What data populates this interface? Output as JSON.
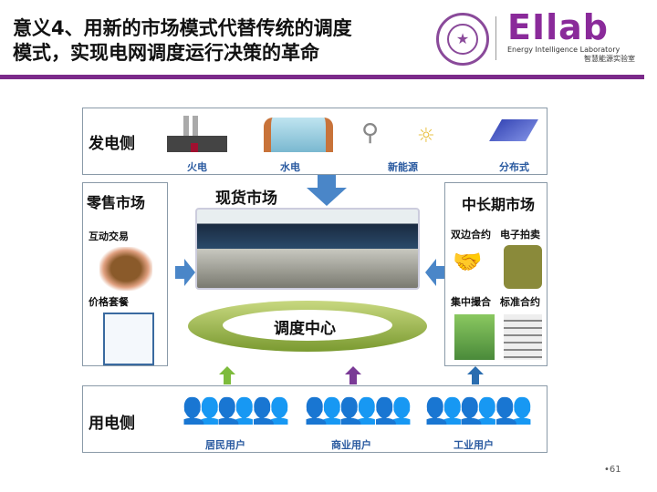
{
  "header": {
    "title_line1": "意义4、用新的市场模式代替传统的调度",
    "title_line2": "模式，实现电网调度运行决策的革命",
    "logo": {
      "name": "EIlab",
      "subtitle": "Energy Intelligence Laboratory",
      "cn": "智慧能源实验室"
    },
    "accent": "#7b2a8a"
  },
  "generation": {
    "label": "发电侧",
    "items": [
      "火电",
      "水电",
      "新能源",
      "分布式"
    ]
  },
  "retail": {
    "label": "零售市场",
    "items": [
      "互动交易",
      "价格套餐"
    ]
  },
  "spot": {
    "label": "现货市场"
  },
  "dispatch": {
    "label": "调度中心"
  },
  "longterm": {
    "label": "中长期市场",
    "items": [
      "双边合约",
      "电子拍卖",
      "集中撮合",
      "标准合约"
    ]
  },
  "consumption": {
    "label": "用电侧",
    "items": [
      "居民用户",
      "商业用户",
      "工业用户"
    ],
    "colors": [
      "#7dbb3c",
      "#7a3a96",
      "#2a6db0"
    ]
  },
  "page_number": "•61"
}
